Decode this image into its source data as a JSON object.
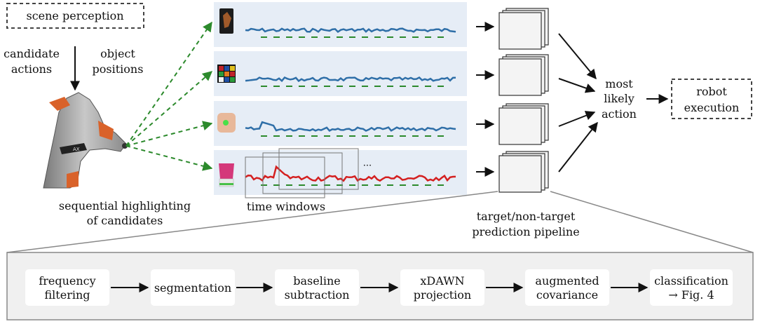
{
  "top": {
    "scene_perception": "scene perception",
    "candidate_actions": [
      "candidate",
      "actions"
    ],
    "object_positions": [
      "object",
      "positions"
    ],
    "sequential_highlighting": [
      "sequential highlighting",
      "of candidates"
    ],
    "time_windows": "time windows",
    "ellipsis": "···",
    "pipeline_label": [
      "target/non-target",
      "prediction pipeline"
    ],
    "most_likely_action": [
      "most",
      "likely",
      "action"
    ],
    "robot_execution": [
      "robot",
      "execution"
    ]
  },
  "signals": [
    {
      "color": "#2f6fa8",
      "highlighted": false
    },
    {
      "color": "#2f6fa8",
      "highlighted": false
    },
    {
      "color": "#2f6fa8",
      "highlighted": false
    },
    {
      "color": "#d42020",
      "highlighted": true
    }
  ],
  "pipeline_steps": [
    [
      "frequency",
      "filtering"
    ],
    [
      "segmentation"
    ],
    [
      "baseline",
      "subtraction"
    ],
    [
      "xDAWN",
      "projection"
    ],
    [
      "augmented",
      "covariance"
    ],
    [
      "classification",
      "→ Fig. 4"
    ]
  ],
  "colors": {
    "signal_panel": "#e6edf6",
    "dashed_green": "#2c8a2c",
    "blue_signal": "#2f6fa8",
    "red_signal": "#d42020",
    "pipeline_bg": "#f0f0f0",
    "robot_orange": "#d9622a"
  }
}
